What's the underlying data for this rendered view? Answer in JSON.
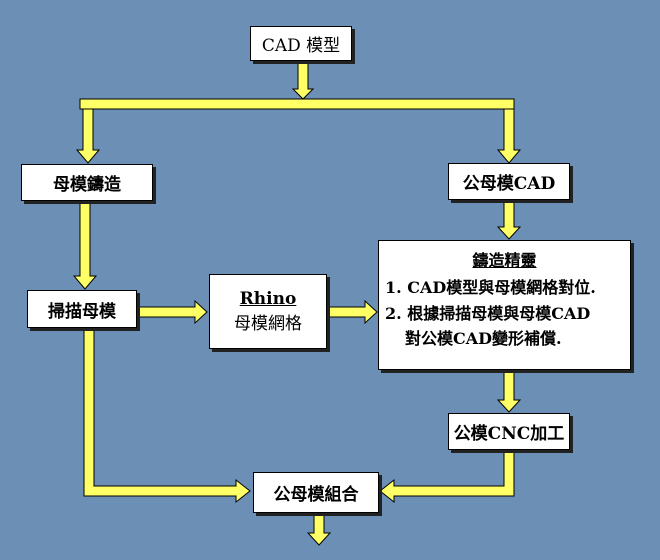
{
  "nodes": {
    "cad_model": "CAD 模型",
    "master_casting": "母模鑄造",
    "master_cad": "公母模CAD",
    "scan_master": "掃描母模",
    "rhino_title": "Rhino",
    "rhino_label": "母模網格",
    "casting_wizard_title": "鑄造精靈",
    "casting_wizard_step1": "1. CAD模型與母模網格對位.",
    "casting_wizard_step2a": "2. 根據掃描母模與母模CAD",
    "casting_wizard_step2b": "對公模CAD變形補償.",
    "male_cnc": "公模CNC加工",
    "assembly": "公母模組合"
  },
  "colors": {
    "background": "#6b8fb5",
    "arrow_fill": "#ffff66",
    "arrow_stroke": "#000000"
  }
}
